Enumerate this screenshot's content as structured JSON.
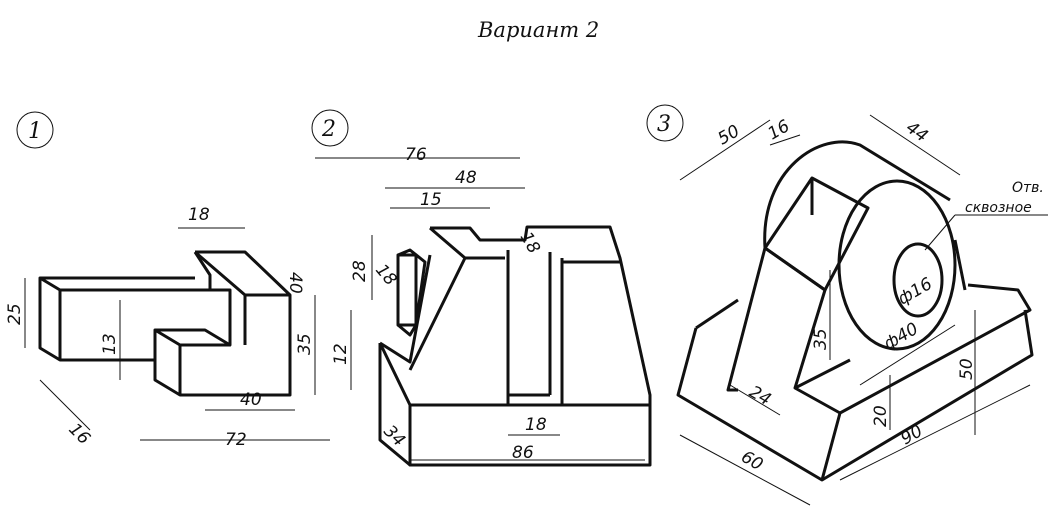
{
  "title": "Вариант 2",
  "figures": [
    {
      "number": "1",
      "dims": [
        "18",
        "40",
        "25",
        "13",
        "35",
        "40",
        "16",
        "72"
      ]
    },
    {
      "number": "2",
      "dims": [
        "76",
        "48",
        "15",
        "18",
        "28",
        "18",
        "12",
        "34",
        "18",
        "86"
      ]
    },
    {
      "number": "3",
      "dims": [
        "50",
        "16",
        "44",
        "35",
        "ф16",
        "ф40",
        "24",
        "50",
        "20",
        "90",
        "60"
      ],
      "note": [
        "Отв.",
        "сквозное"
      ]
    }
  ]
}
